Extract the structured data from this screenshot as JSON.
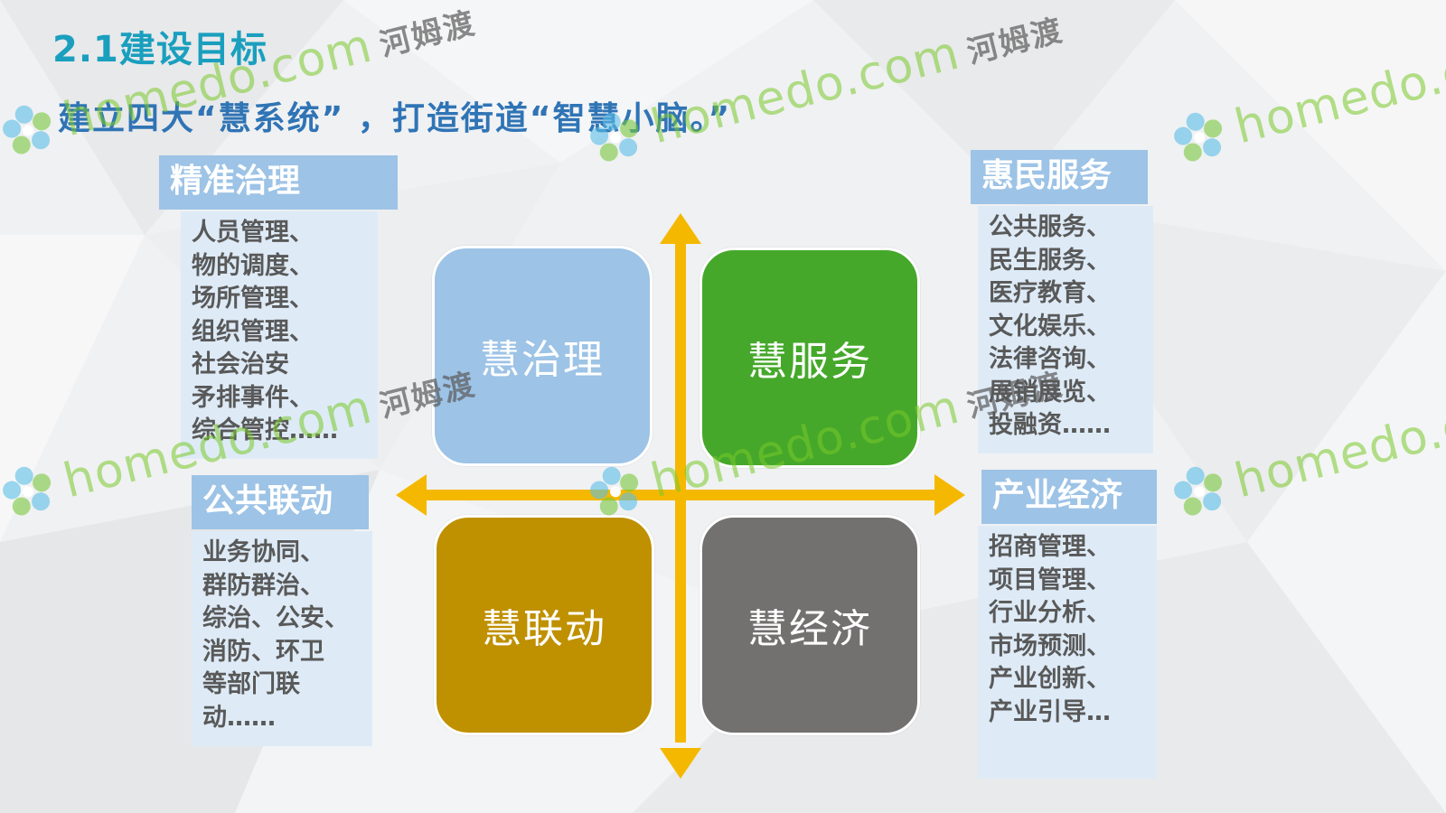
{
  "slide": {
    "title": "2.1建设目标",
    "subtitle": "建立四大“慧系统” ，打造街道“智慧小脑。”"
  },
  "categories": {
    "top_left": {
      "title": "精准治理",
      "items": [
        "人员管理、",
        "物的调度、",
        "场所管理、",
        "组织管理、",
        "社会治安",
        "矛排事件、",
        "综合管控……"
      ]
    },
    "top_right": {
      "title": "惠民服务",
      "items": [
        "公共服务、",
        "民生服务、",
        "医疗教育、",
        "文化娱乐、",
        "法律咨询、",
        "展销展览、",
        "投融资……"
      ]
    },
    "bottom_left": {
      "title": "公共联动",
      "items": [
        "业务协同、",
        "群防群治、",
        "综治、公安、",
        "消防、环卫",
        "等部门联",
        "动……"
      ]
    },
    "bottom_right": {
      "title": "产业经济",
      "items": [
        "招商管理、",
        "项目管理、",
        "行业分析、",
        "市场预测、",
        "产业创新、",
        "产业引导…"
      ]
    }
  },
  "quadrants": {
    "governance": "慧治理",
    "service": "慧服务",
    "linkage": "慧联动",
    "economy": "慧经济"
  },
  "colors": {
    "title": "#1a9fbe",
    "subtitle": "#2f74b5",
    "side_header": "#9dc3e6",
    "side_body": "#deebf7",
    "axis": "#f5b800",
    "governance": "#9dc3e6",
    "service": "#45a82a",
    "linkage": "#bf9000",
    "economy": "#737070"
  },
  "watermark": {
    "url": "homedo.com",
    "brand": "河姆渡"
  }
}
